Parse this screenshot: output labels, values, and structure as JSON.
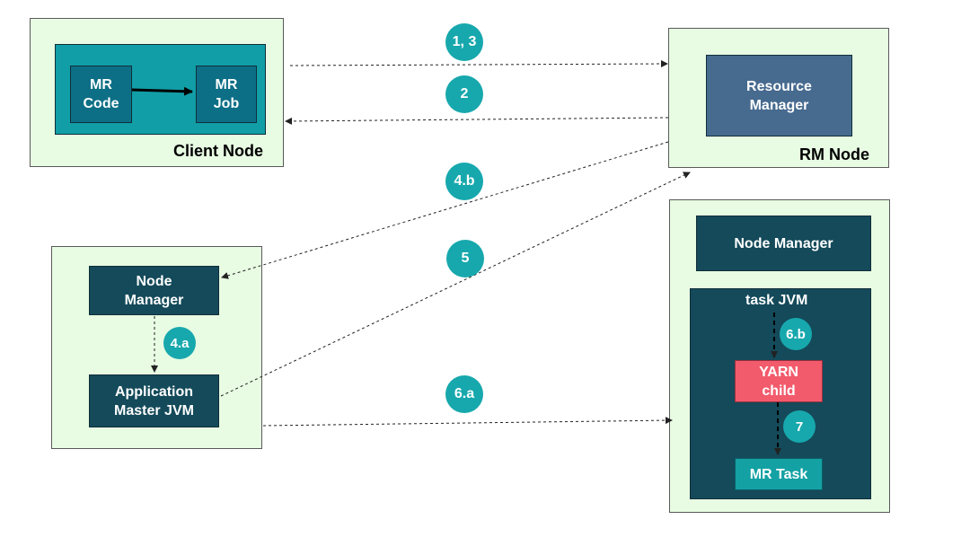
{
  "client_node": {
    "label": "Client Node",
    "mr_code": "MR\nCode",
    "mr_job": "MR\nJob"
  },
  "rm_node": {
    "label": "RM Node",
    "resource_manager": "Resource\nManager"
  },
  "am_node": {
    "node_manager": "Node\nManager",
    "app_master": "Application\nMaster JVM"
  },
  "worker_node": {
    "node_manager": "Node Manager",
    "task_jvm": "task JVM",
    "yarn_child": "YARN\nchild",
    "mr_task": "MR Task"
  },
  "steps": {
    "s1_3": "1, 3",
    "s2": "2",
    "s4b": "4.b",
    "s5": "5",
    "s4a": "4.a",
    "s6a": "6.a",
    "s6b": "6.b",
    "s7": "7"
  },
  "colors": {
    "node_bg": "#e8fbe3",
    "teal": "#119ea6",
    "dark_blue": "#144a5a",
    "resource_manager": "#476a8f",
    "yarn_child": "#f25b6c",
    "badge": "#17a8ad"
  }
}
